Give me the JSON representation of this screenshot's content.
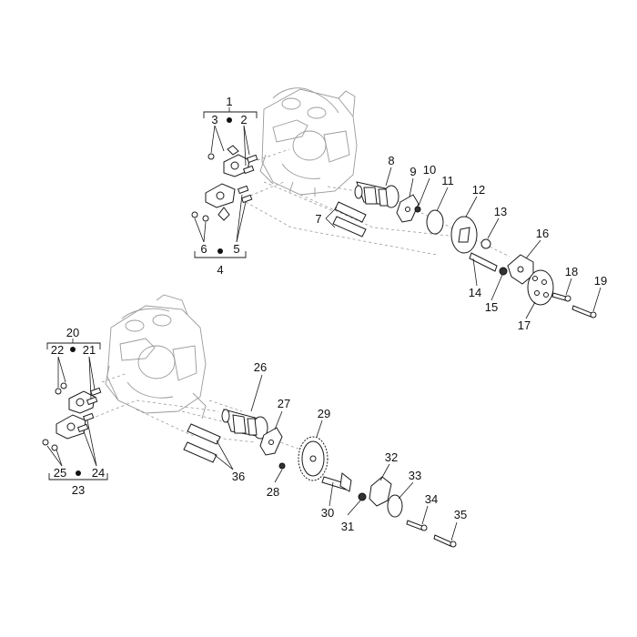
{
  "labels": {
    "l1": "1",
    "l2": "2",
    "l3": "3",
    "l4": "4",
    "l5": "5",
    "l6": "6",
    "l7": "7",
    "l8": "8",
    "l9": "9",
    "l10": "10",
    "l11": "11",
    "l12": "12",
    "l13": "13",
    "l14": "14",
    "l15": "15",
    "l16": "16",
    "l17": "17",
    "l18": "18",
    "l19": "19",
    "l20": "20",
    "l21": "21",
    "l22": "22",
    "l23": "23",
    "l24": "24",
    "l25": "25",
    "l26": "26",
    "l27": "27",
    "l28": "28",
    "l29": "29",
    "l30": "30",
    "l31": "31",
    "l32": "32",
    "l33": "33",
    "l34": "34",
    "l35": "35",
    "l36": "36"
  },
  "colors": {
    "ink": "#1a1a1a",
    "ghost": "#9a9a9a",
    "background": "#ffffff"
  }
}
